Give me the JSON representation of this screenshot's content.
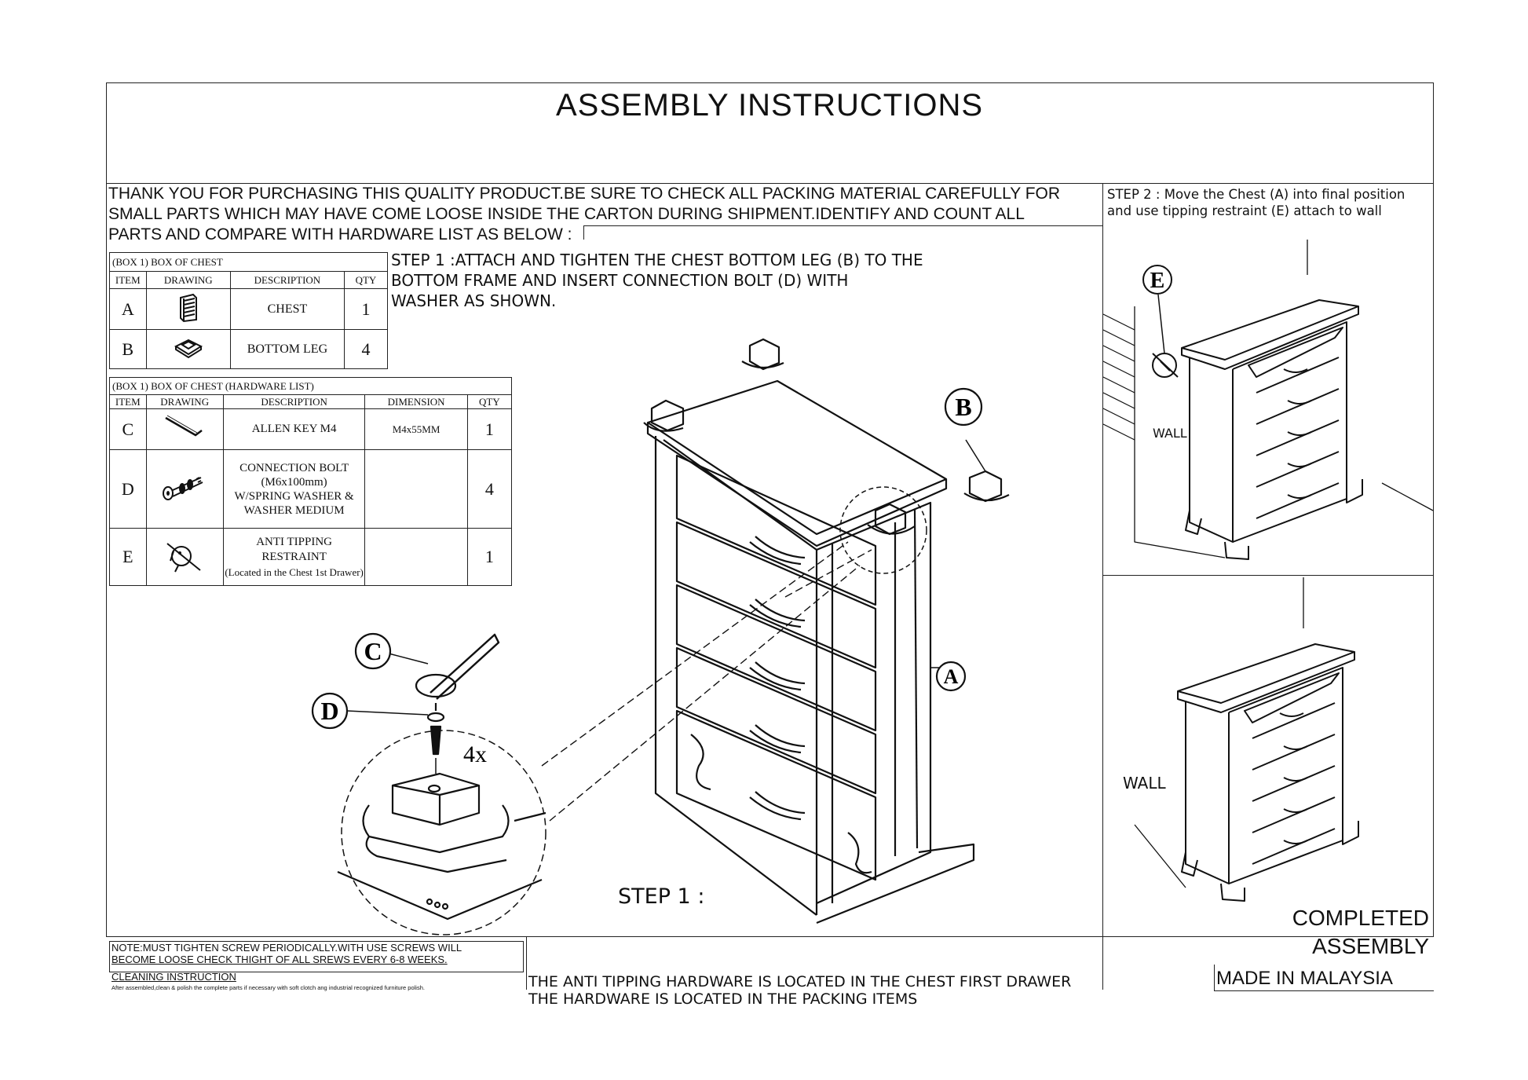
{
  "title": "ASSEMBLY  INSTRUCTIONS",
  "intro": {
    "line1": "THANK YOU FOR PURCHASING THIS QUALITY PRODUCT.BE SURE TO CHECK ALL PACKING MATERIAL CAREFULLY FOR",
    "line2": "SMALL PARTS WHICH MAY HAVE COME LOOSE INSIDE THE CARTON DURING SHIPMENT.IDENTIFY AND COUNT ALL",
    "line3": "PARTS AND COMPARE WITH HARDWARE LIST AS BELOW :"
  },
  "step1_text": {
    "line1": "STEP 1 :ATTACH AND TIGHTEN THE CHEST BOTTOM LEG (B) TO THE",
    "line2": "BOTTOM FRAME AND INSERT CONNECTION BOLT (D) WITH",
    "line3": "WASHER AS SHOWN."
  },
  "step2_text": {
    "line1": "STEP 2 : Move the Chest (A) into final position",
    "line2": "and use tipping restraint (E) attach to wall"
  },
  "box1_table": {
    "caption": "(BOX 1) BOX OF CHEST",
    "headers": [
      "ITEM",
      "DRAWING",
      "DESCRIPTION",
      "QTY"
    ],
    "rows": [
      {
        "item": "A",
        "description": "CHEST",
        "qty": "1",
        "icon": "chest-icon"
      },
      {
        "item": "B",
        "description": "BOTTOM LEG",
        "qty": "4",
        "icon": "bottom-leg-icon"
      }
    ]
  },
  "hardware_table": {
    "caption": "(BOX 1) BOX OF CHEST (HARDWARE LIST)",
    "headers": [
      "ITEM",
      "DRAWING",
      "DESCRIPTION",
      "DIMENSION",
      "QTY"
    ],
    "rows": [
      {
        "item": "C",
        "description": "ALLEN KEY M4",
        "dimension": "M4x55MM",
        "qty": "1",
        "icon": "allen-key-icon"
      },
      {
        "item": "D",
        "desc1": "CONNECTION BOLT",
        "desc2": "(M6x100mm)",
        "desc3": "W/SPRING WASHER &",
        "desc4": "WASHER MEDIUM",
        "dimension": "",
        "qty": "4",
        "icon": "bolt-icon"
      },
      {
        "item": "E",
        "desc1": "ANTI TIPPING RESTRAINT",
        "desc2": "(Located in the Chest 1st Drawer)",
        "dimension": "",
        "qty": "1",
        "icon": "restraint-icon"
      }
    ]
  },
  "callouts": {
    "a": "A",
    "b": "B",
    "c": "C",
    "d": "D",
    "e": "E",
    "qty": "4x"
  },
  "step1_label": "STEP 1 :",
  "note": {
    "line1": "NOTE:MUST TIGHTEN SCREW PERIODICALLY.WITH USE SCREWS WILL",
    "line2": "BECOME LOOSE CHECK THIGHT OF ALL SREWS EVERY 6-8 WEEKS.",
    "cleaning_title": "CLEANING INSTRUCTION",
    "cleaning_text": "After assembled,clean & polish the complete parts if necessary with soft clotch ang industrial recognized furniture polish."
  },
  "anti_tipping": {
    "line1": "THE ANTI TIPPING HARDWARE IS LOCATED IN THE CHEST FIRST DRAWER",
    "line2": "THE HARDWARE IS LOCATED IN THE PACKING ITEMS"
  },
  "wall_label": "WALL",
  "completed": {
    "line1": "COMPLETED",
    "line2": "ASSEMBLY"
  },
  "made_in": "MADE IN MALAYSIA"
}
